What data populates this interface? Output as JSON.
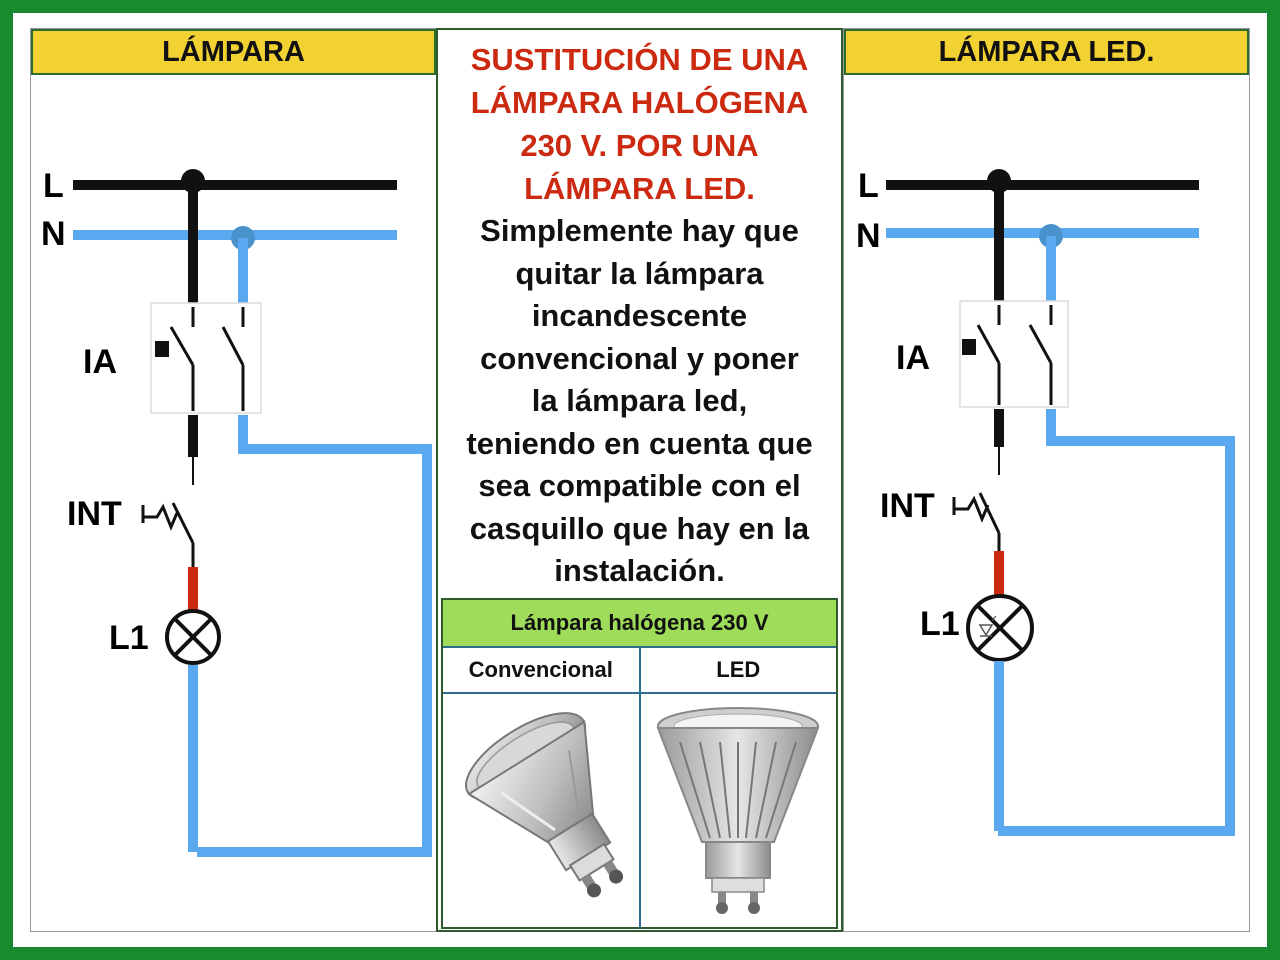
{
  "left": {
    "header": "LÁMPARA",
    "labels": {
      "line": "L",
      "neutral": "N",
      "breaker": "IA",
      "switch": "INT",
      "lamp": "L1"
    }
  },
  "right": {
    "header": "LÁMPARA LED.",
    "labels": {
      "line": "L",
      "neutral": "N",
      "breaker": "IA",
      "switch": "INT",
      "lamp": "L1"
    }
  },
  "center": {
    "title_lines": [
      "SUSTITUCIÓN DE UNA",
      "LÁMPARA HALÓGENA",
      "230 V.  POR UNA",
      "LÁMPARA LED."
    ],
    "desc_lines": [
      "Simplemente hay que",
      "quitar la lámpara",
      "incandescente",
      "convencional y poner",
      "la lámpara led,",
      "teniendo en cuenta que",
      "sea compatible con el",
      "casquillo que hay en la",
      "instalación."
    ],
    "table": {
      "header": "Lámpara halógena 230 V",
      "columns": [
        "Convencional",
        "LED"
      ]
    }
  },
  "colors": {
    "background": "#1a8a2e",
    "header_yellow": "#f2d232",
    "title_red": "#cc2a10",
    "neutral_blue": "#5aa8f0",
    "phase_black": "#111111",
    "lamp_red": "#cc2a10",
    "table_green": "#9fdc5a"
  }
}
